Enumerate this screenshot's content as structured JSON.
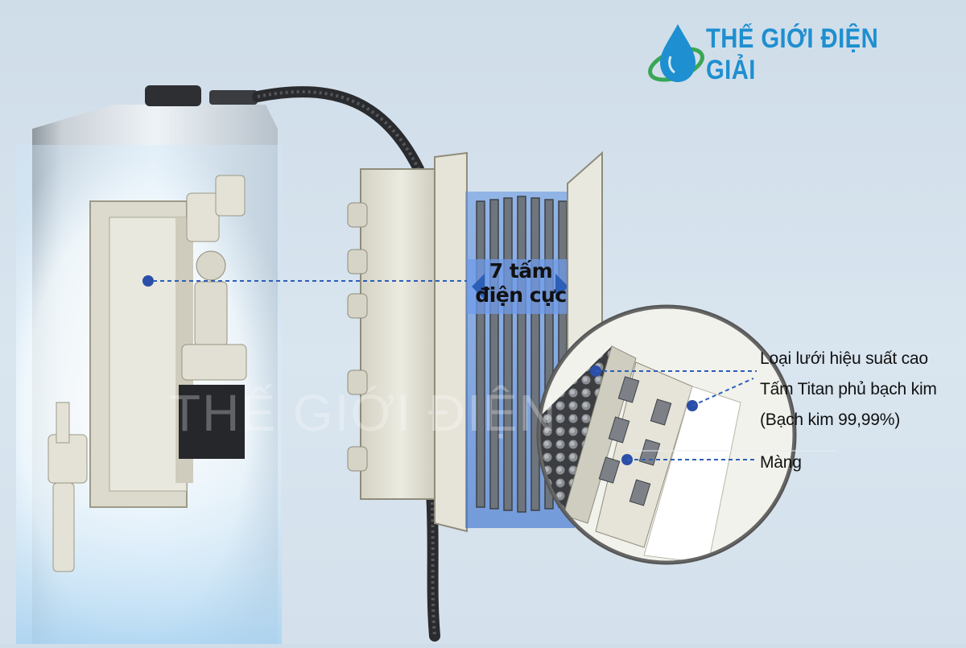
{
  "brand": {
    "name": "THẾ GIỚI ĐIỆN GIẢI",
    "watermark": "THẾ GIỚI ĐIỆN",
    "colors": {
      "primary": "#1e8fd0",
      "leaf": "#3aa655"
    }
  },
  "callouts": {
    "electrode_line1": "7 tấm",
    "electrode_line2": "điện cực",
    "mesh": "Loại lưới hiệu suất cao",
    "titanium": "Tấm Titan phủ bạch kim",
    "platinum": "(Bạch kim 99,99%)",
    "membrane": "Màng"
  }
}
